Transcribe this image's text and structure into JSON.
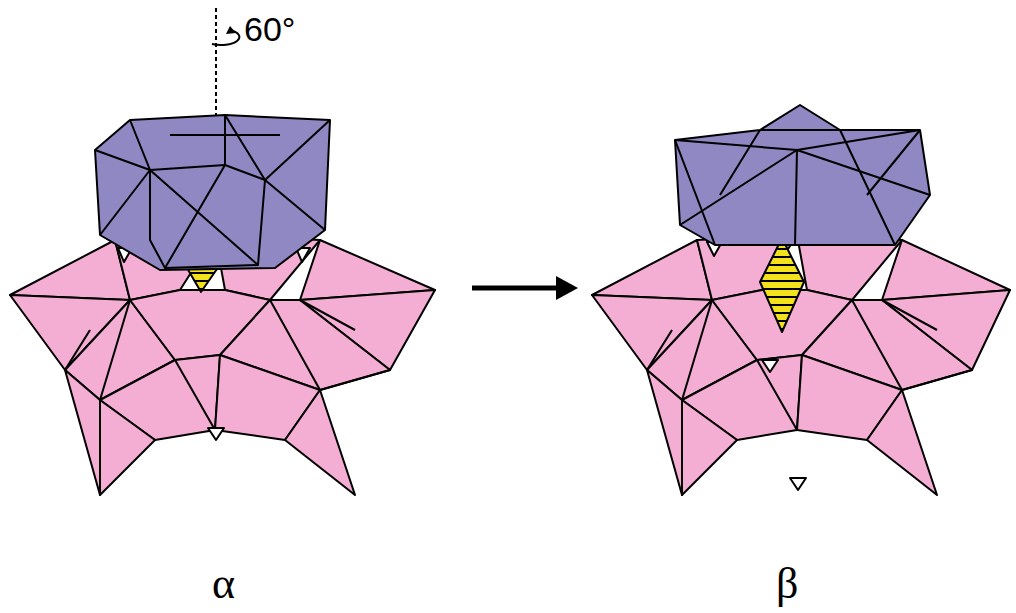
{
  "diagram": {
    "labels": [
      "60°",
      "α",
      "β"
    ]
  }
}
